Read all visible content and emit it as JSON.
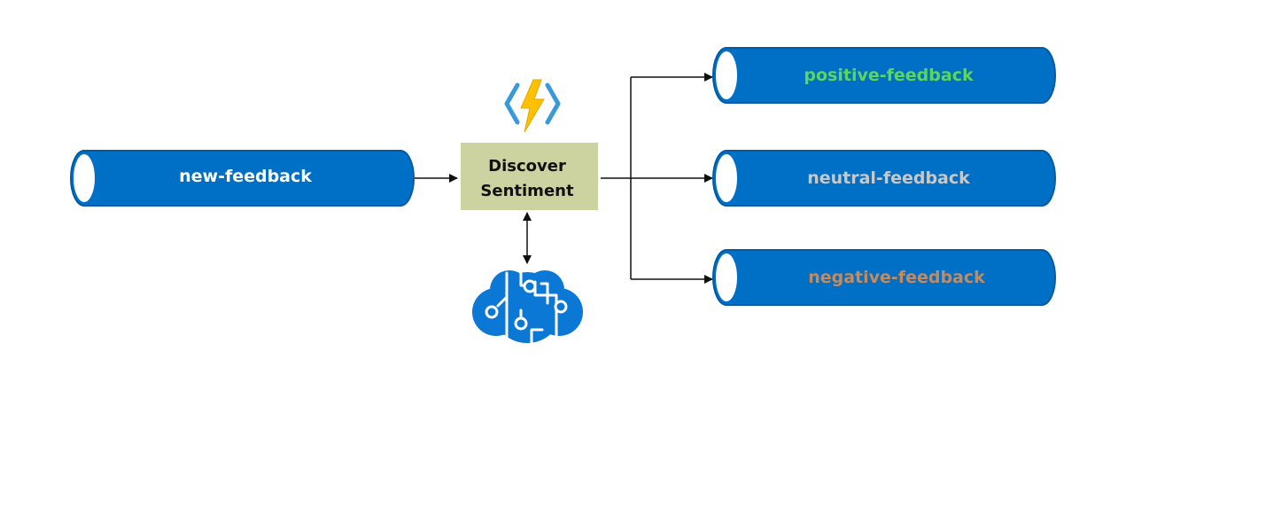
{
  "colors": {
    "queue_fill": "#0070c6",
    "queue_edge": "#005aa4",
    "positive_text": "#5cd65c",
    "neutral_text": "#c8c8c8",
    "negative_text": "#c8895b",
    "input_text": "#ffffff",
    "function_box_fill": "#cdd3a0",
    "arrow": "#111111",
    "function_icon_bolt": "#ffc000",
    "function_icon_brackets": "#3a9ad9",
    "cognitive_icon": "#0a78d4"
  },
  "input_queue": {
    "label": "new-feedback"
  },
  "function": {
    "label_line1": "Discover",
    "label_line2": "Sentiment",
    "icon": "azure-function-icon"
  },
  "ai_service": {
    "icon": "cognitive-services-brain-icon"
  },
  "output_queues": [
    {
      "label": "positive-feedback",
      "sentiment": "positive"
    },
    {
      "label": "neutral-feedback",
      "sentiment": "neutral"
    },
    {
      "label": "negative-feedback",
      "sentiment": "negative"
    }
  ]
}
